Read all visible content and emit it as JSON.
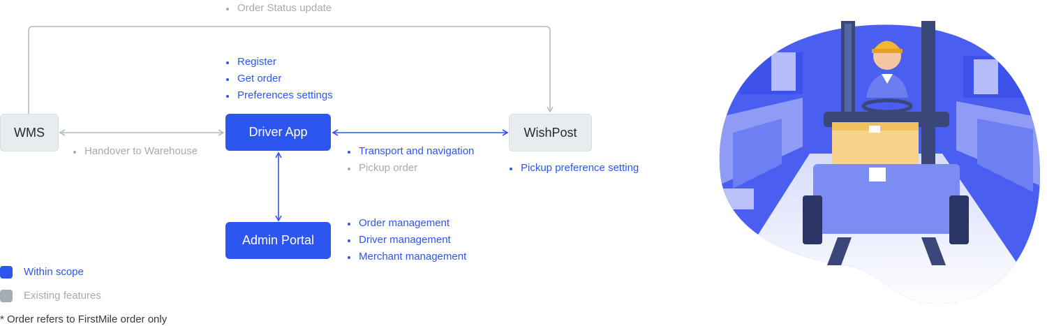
{
  "colors": {
    "scope": "#2d55f0",
    "existing": "#a2acb4",
    "connector_grey": "#b3bcc3"
  },
  "top_note": {
    "items": [
      "Order Status update"
    ]
  },
  "nodes": {
    "wms": "WMS",
    "driver_app": "Driver App",
    "wishpost": "WishPost",
    "admin_portal": "Admin Portal"
  },
  "driver_app_features": [
    "Register",
    "Get order",
    "Preferences settings"
  ],
  "wms_link": {
    "items": [
      "Handover to Warehouse"
    ]
  },
  "wishpost_link": {
    "in_scope": [
      "Transport and navigation"
    ],
    "existing": [
      "Pickup order"
    ]
  },
  "wishpost_features": [
    "Pickup preference setting"
  ],
  "admin_features": [
    "Order management",
    "Driver management",
    "Merchant management"
  ],
  "legend": [
    {
      "label": "Within scope",
      "color": "#2d55f0"
    },
    {
      "label": "Existing features",
      "color": "#a2acb4"
    }
  ],
  "footnote": "* Order refers to FirstMile order only",
  "illustration": {
    "subject": "forklift-driver-warehouse"
  }
}
